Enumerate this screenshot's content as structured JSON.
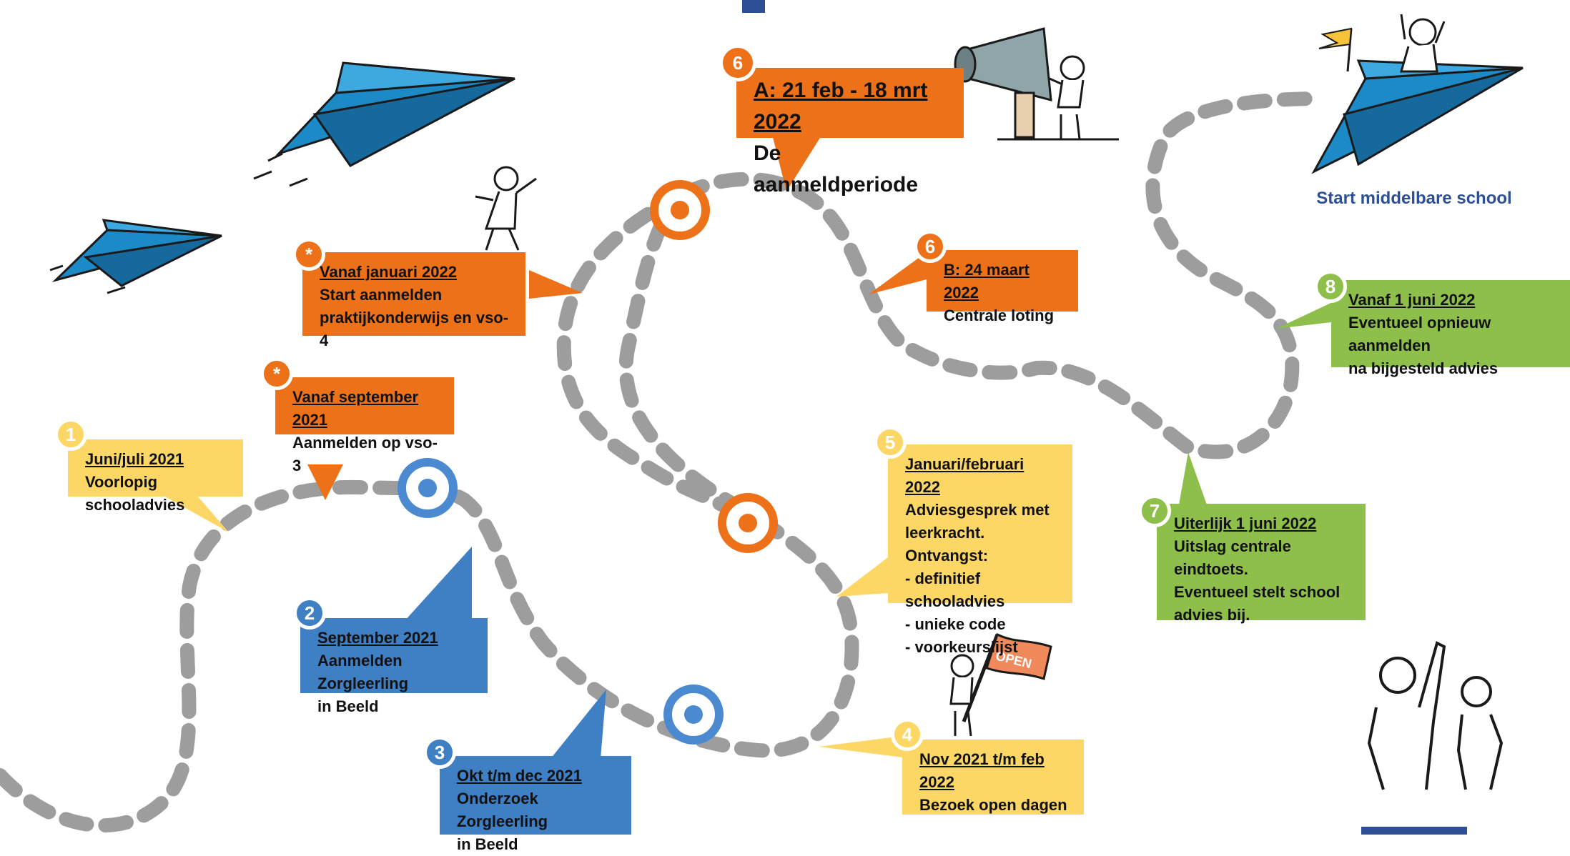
{
  "colors": {
    "yellow": "#fdd766",
    "blue": "#3f7fc4",
    "orange": "#ec7118",
    "green": "#8dbf4a",
    "path": "#9d9d9d",
    "navy": "#2d4f94",
    "plane": "#1b8ac7"
  },
  "steps": [
    {
      "id": "1",
      "badge": "1",
      "title": "Juni/juli 2021",
      "body": "Voorlopig schooladvies"
    },
    {
      "id": "2",
      "badge": "2",
      "title": "September 2021",
      "body": "Aanmelden Zorgleerling\nin Beeld"
    },
    {
      "id": "3",
      "badge": "3",
      "title": "Okt t/m dec 2021",
      "body": "Onderzoek Zorgleerling\nin Beeld"
    },
    {
      "id": "4",
      "badge": "4",
      "title": "Nov 2021 t/m feb 2022",
      "body": "Bezoek open dagen"
    },
    {
      "id": "5",
      "badge": "5",
      "title": "Januari/februari 2022",
      "body": "Adviesgesprek met\nleerkracht. Ontvangst:\n- definitief schooladvies\n- unieke code\n- voorkeurslijst"
    },
    {
      "id": "6a",
      "badge": "6",
      "title": "A: 21 feb - 18 mrt 2022",
      "body": "De aanmeldperiode"
    },
    {
      "id": "6b",
      "badge": "6",
      "title": "B: 24 maart 2022",
      "body": "Centrale loting"
    },
    {
      "id": "7",
      "badge": "7",
      "title": "Uiterlijk 1 juni 2022",
      "body": "Uitslag centrale eindtoets.\nEventueel stelt school\nadvies bij."
    },
    {
      "id": "8",
      "badge": "8",
      "title": "Vanaf 1 juni 2022",
      "body": "Eventueel opnieuw aanmelden\nna bijgesteld advies"
    },
    {
      "id": "s1",
      "badge": "*",
      "title": "Vanaf september 2021",
      "body": "Aanmelden op vso-3"
    },
    {
      "id": "s2",
      "badge": "*",
      "title": "Vanaf januari 2022",
      "body": "Start aanmelden\npraktijkonderwijs en vso-4"
    }
  ],
  "finish_label": "Start middelbare school",
  "open_flag_text": "OPEN",
  "icons": [
    "paper-plane-icon",
    "megaphone-icon",
    "stick-figure-icon",
    "open-flag-icon",
    "flag-icon",
    "high-five-icon"
  ]
}
